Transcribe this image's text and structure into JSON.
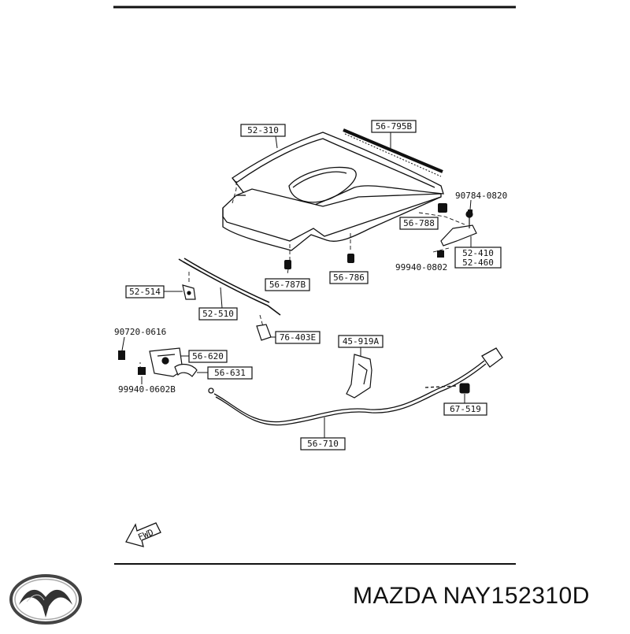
{
  "parts": {
    "p52_310": "52-310",
    "p56_795b": "56-795B",
    "p90784_0820": "90784-0820",
    "p56_788": "56-788",
    "p52_410": "52-410",
    "p52_460": "52-460",
    "p99940_0802": "99940-0802",
    "p56_786": "56-786",
    "p56_787b": "56-787B",
    "p52_514": "52-514",
    "p52_510": "52-510",
    "p76_403e": "76-403E",
    "p90720_0616": "90720-0616",
    "p56_620": "56-620",
    "p56_631": "56-631",
    "p99940_0602b": "99940-0602B",
    "p45_919a": "45-919A",
    "p67_519": "67-519",
    "p56_710": "56-710"
  },
  "fwd_label": "FWD",
  "brand": {
    "name": "MAZDA NAY152310D",
    "logo_icon": "mazda-logo-icon"
  }
}
